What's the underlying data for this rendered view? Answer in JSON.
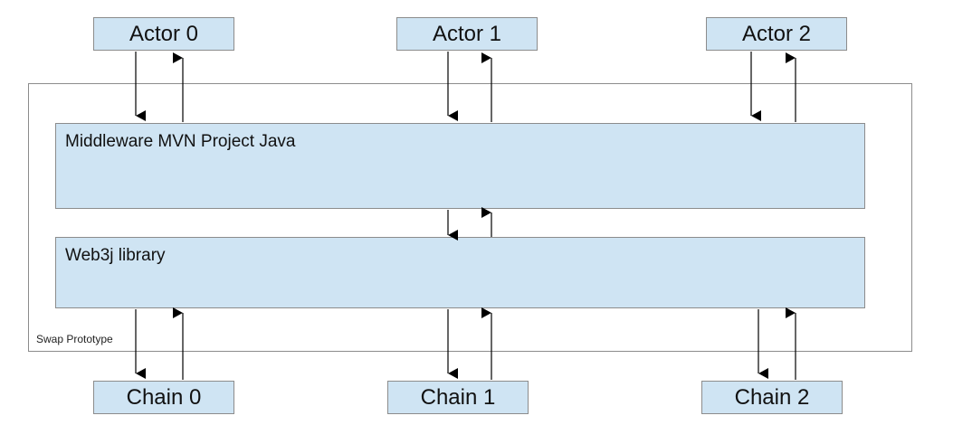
{
  "container": {
    "label": "Swap Prototype"
  },
  "actors": [
    {
      "label": "Actor 0"
    },
    {
      "label": "Actor 1"
    },
    {
      "label": "Actor 2"
    }
  ],
  "layers": {
    "middleware": "Middleware MVN Project Java",
    "library": "Web3j library"
  },
  "chains": [
    {
      "label": "Chain 0"
    },
    {
      "label": "Chain 1"
    },
    {
      "label": "Chain 2"
    }
  ],
  "colors": {
    "box_fill": "#cfe4f3",
    "box_border": "#8c8c8c",
    "arrow": "#000000"
  }
}
